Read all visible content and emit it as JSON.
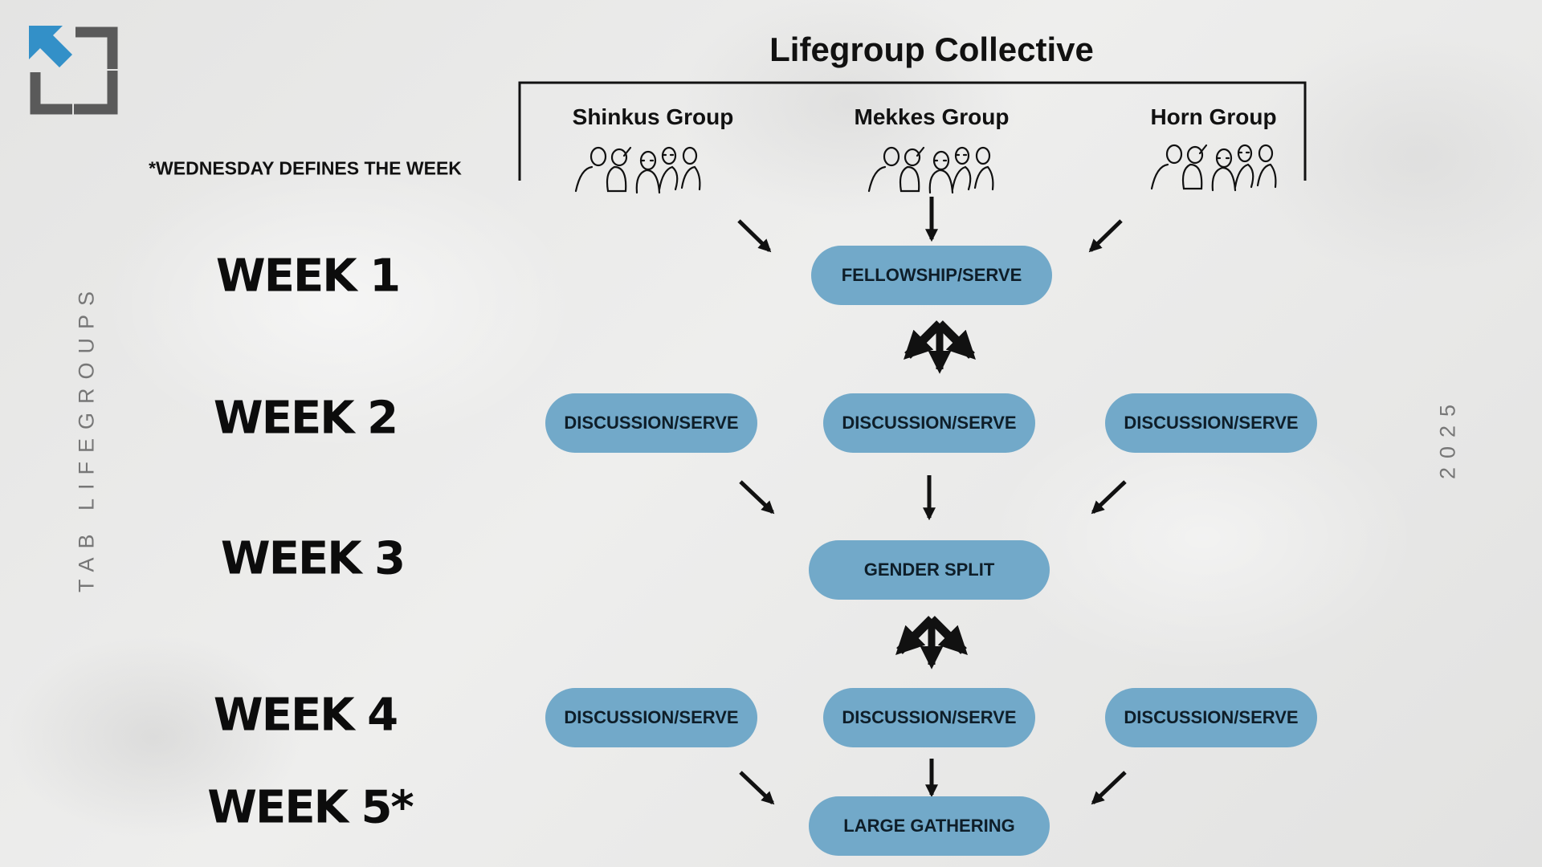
{
  "header": {
    "title": "Lifegroup Collective",
    "note": "*WEDNESDAY DEFINES THE WEEK"
  },
  "side_labels": {
    "left": "TAB LIFEGROUPS",
    "right": "2025"
  },
  "groups": [
    "Shinkus Group",
    "Mekkes Group",
    "Horn Group"
  ],
  "weeks": [
    "WEEK 1",
    "WEEK 2",
    "WEEK 3",
    "WEEK 4",
    "WEEK 5*"
  ],
  "activities": {
    "week1": "FELLOWSHIP/SERVE",
    "week2": [
      "DISCUSSION/SERVE",
      "DISCUSSION/SERVE",
      "DISCUSSION/SERVE"
    ],
    "week3": "GENDER SPLIT",
    "week4": [
      "DISCUSSION/SERVE",
      "DISCUSSION/SERVE",
      "DISCUSSION/SERVE"
    ],
    "week5": "LARGE GATHERING"
  },
  "icons": {
    "logo": "expand-corner-logo-icon",
    "group": "people-group-sketch-icon"
  },
  "colors": {
    "pill": "#72a9c9",
    "logo_blue": "#3390c8",
    "logo_gray": "#5a5a5a",
    "text": "#111111"
  }
}
